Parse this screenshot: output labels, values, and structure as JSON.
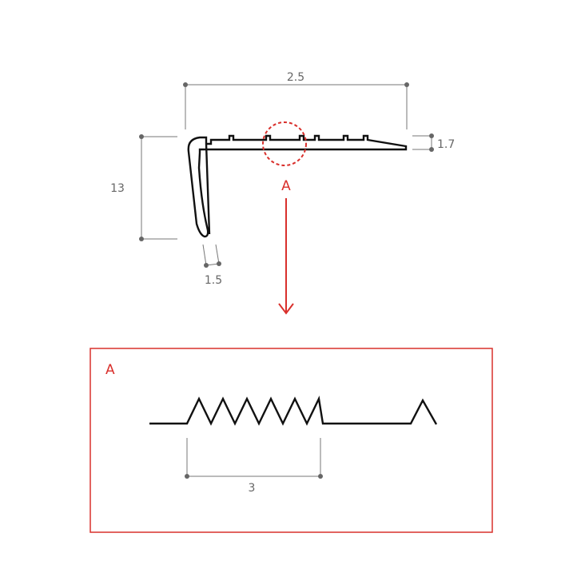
{
  "labels": {
    "width": "2.5",
    "height": "13",
    "lip_thickness": "1.7",
    "leg_thickness": "1.5",
    "detail_marker": "A",
    "detail_title": "A",
    "tooth_pitch": "3"
  },
  "colors": {
    "accent_red": "#d9302c",
    "dimension_gray": "#666666",
    "profile_black": "#111111"
  }
}
